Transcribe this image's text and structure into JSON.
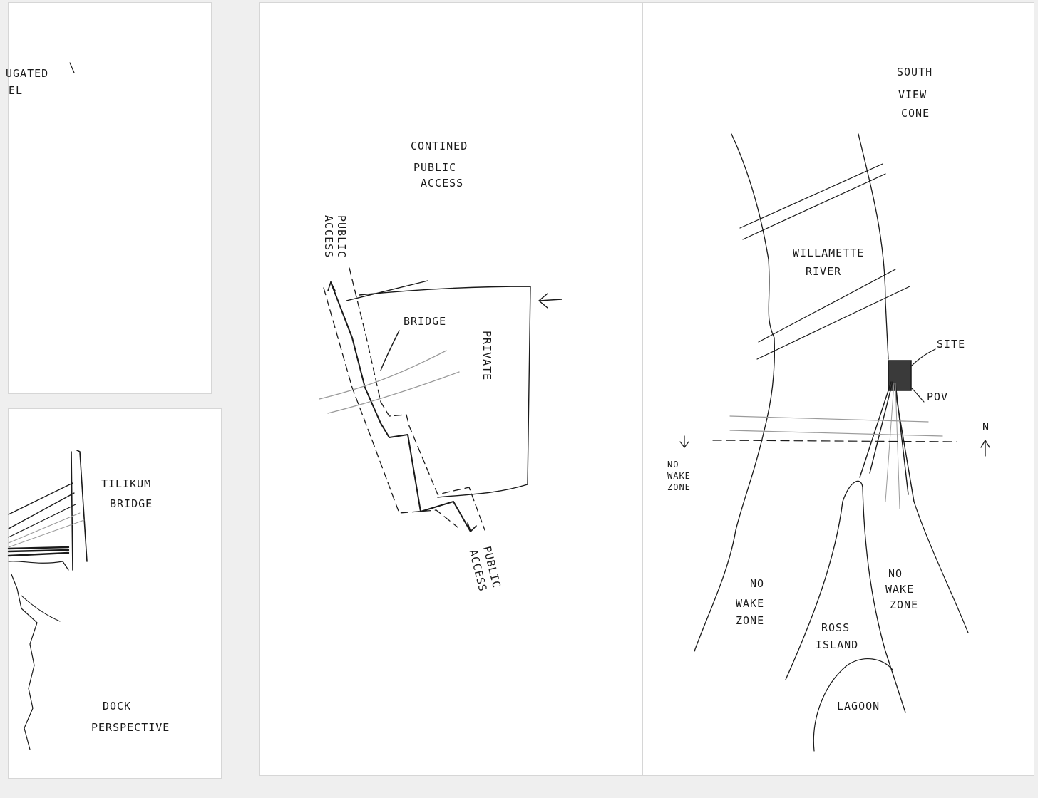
{
  "sheet_left_top": {
    "labels": {
      "line1": "UGATED",
      "line2": "EL"
    }
  },
  "sheet_left_bottom": {
    "labels": {
      "tilikum_1": "TILIKUM",
      "tilikum_2": "BRIDGE",
      "dock_1": "DOCK",
      "dock_2": "PERSPECTIVE"
    }
  },
  "sheet_middle": {
    "labels": {
      "continued_1": "CONTINED",
      "continued_2": "PUBLIC",
      "continued_3": "ACCESS",
      "public_access_top_1": "PUBLIC",
      "public_access_top_2": "ACCESS",
      "bridge": "BRIDGE",
      "private": "PRIVATE",
      "public_access_bottom_1": "PUBLIC",
      "public_access_bottom_2": "ACCESS"
    }
  },
  "sheet_right": {
    "labels": {
      "south_1": "SOUTH",
      "south_2": "VIEW",
      "south_3": "CONE",
      "river_1": "WILLAMETTE",
      "river_2": "RIVER",
      "site": "SITE",
      "pov": "POV",
      "north": "N",
      "nowake_left_1": "NO",
      "nowake_left_2": "WAKE",
      "nowake_left_3": "ZONE",
      "nowake_mid_1": "NO",
      "nowake_mid_2": "WAKE",
      "nowake_mid_3": "ZONE",
      "nowake_right_1": "NO",
      "nowake_right_2": "WAKE",
      "nowake_right_3": "ZONE",
      "ross_1": "ROSS",
      "ross_2": "ISLAND",
      "lagoon": "LAGOON"
    }
  }
}
